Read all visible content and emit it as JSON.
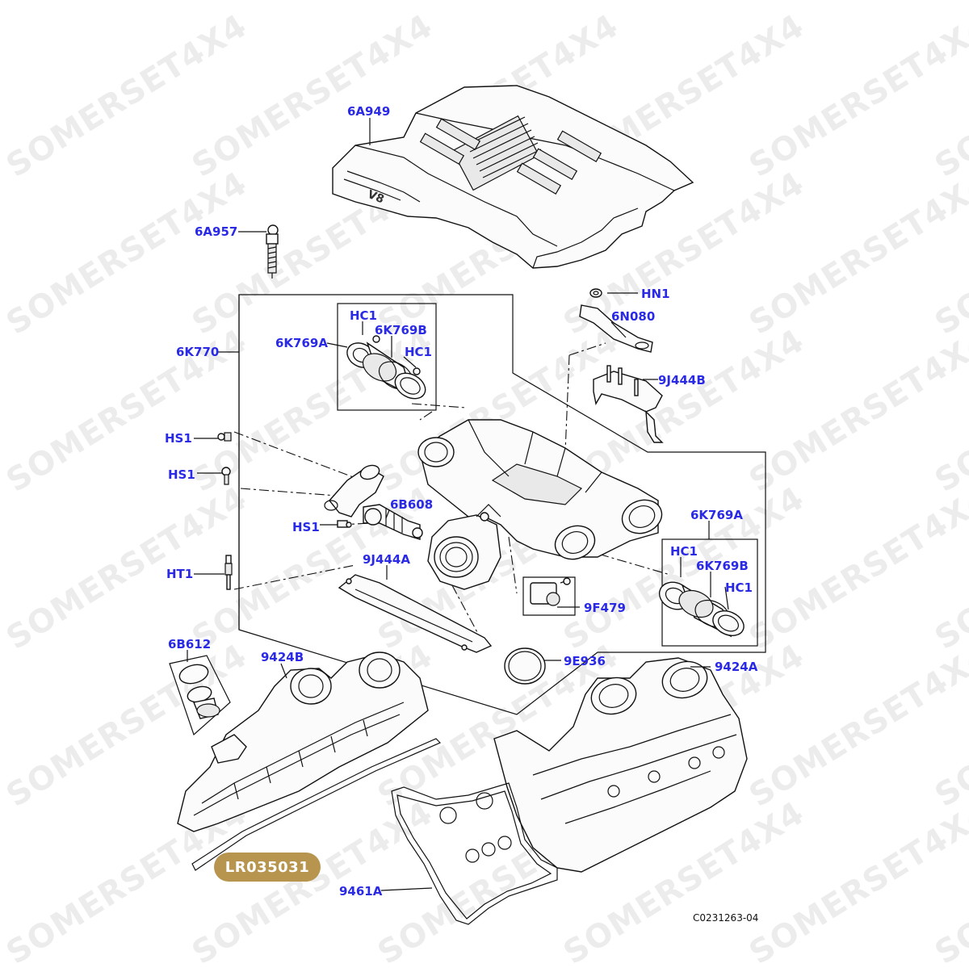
{
  "watermark": {
    "text": "SOMERSET4X4"
  },
  "labels": [
    {
      "id": "6A949",
      "text": "6A949"
    },
    {
      "id": "6A957",
      "text": "6A957"
    },
    {
      "id": "HN1",
      "text": "HN1"
    },
    {
      "id": "6N080",
      "text": "6N080"
    },
    {
      "id": "6K770",
      "text": "6K770"
    },
    {
      "id": "6K769A-left",
      "text": "6K769A"
    },
    {
      "id": "HC1-left-top",
      "text": "HC1"
    },
    {
      "id": "6K769B-left",
      "text": "6K769B"
    },
    {
      "id": "HC1-left-right",
      "text": "HC1"
    },
    {
      "id": "9J444B",
      "text": "9J444B"
    },
    {
      "id": "HS1-top",
      "text": "HS1"
    },
    {
      "id": "HS1-mid",
      "text": "HS1"
    },
    {
      "id": "HS1-low",
      "text": "HS1"
    },
    {
      "id": "6B608",
      "text": "6B608"
    },
    {
      "id": "6K769A-right",
      "text": "6K769A"
    },
    {
      "id": "HC1-right-top",
      "text": "HC1"
    },
    {
      "id": "6K769B-right",
      "text": "6K769B"
    },
    {
      "id": "HC1-right-low",
      "text": "HC1"
    },
    {
      "id": "9J444A",
      "text": "9J444A"
    },
    {
      "id": "HT1",
      "text": "HT1"
    },
    {
      "id": "9F479",
      "text": "9F479"
    },
    {
      "id": "6B612",
      "text": "6B612"
    },
    {
      "id": "9424B",
      "text": "9424B"
    },
    {
      "id": "9E936",
      "text": "9E936"
    },
    {
      "id": "9424A",
      "text": "9424A"
    },
    {
      "id": "9461A",
      "text": "9461A"
    }
  ],
  "part_number_badge": "LR035031",
  "reference_code": "C0231263-04",
  "colors": {
    "label_blue": "#2a2ae6",
    "badge_gold": "#b8954f",
    "line": "#111111"
  }
}
